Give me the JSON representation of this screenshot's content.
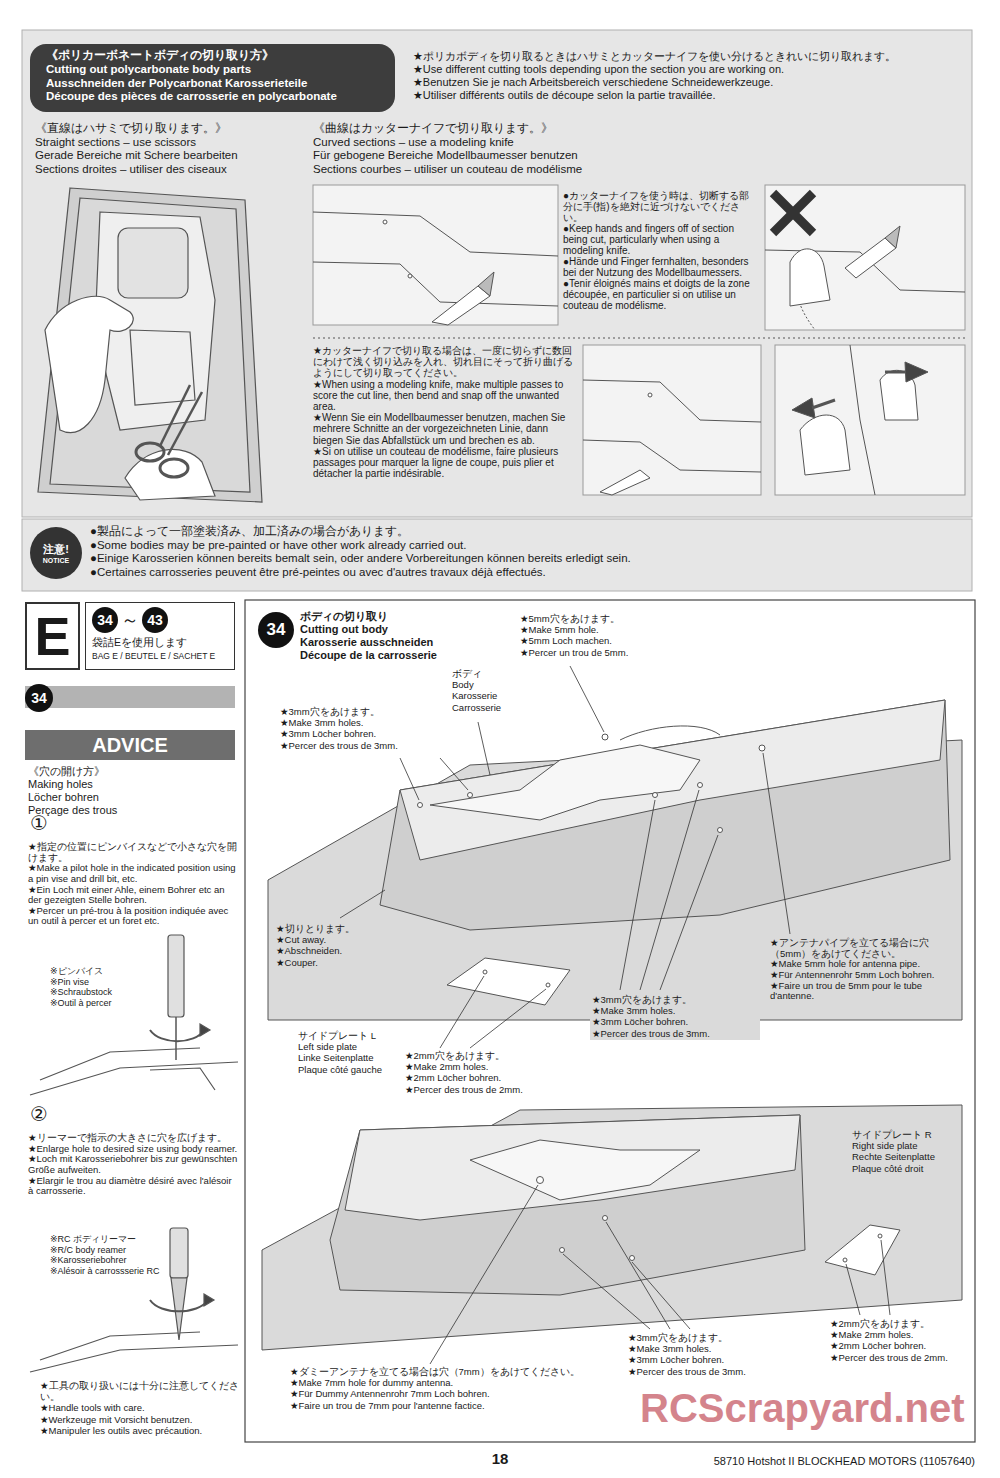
{
  "diagram": {
    "nodes": [
      {
        "text": [
          "《ポリカーボネートボディの切り取り方》",
          "Cutting out polycarbonate body parts",
          "Ausschneiden der Polycarbonat Karosserieteile",
          "Découpe des pièces de carrosserie en polycarbonate"
        ]
      },
      {
        "text": [
          "注意!",
          "NOTICE"
        ]
      },
      {
        "text": [
          "E"
        ]
      },
      {
        "text": [
          "34",
          "～",
          "43",
          "袋詰Eを使用します",
          "BAG E / BEUTEL E / SACHET E"
        ]
      },
      {
        "text": [
          "34"
        ]
      },
      {
        "text": [
          "ADVICE"
        ]
      },
      {
        "text": [
          "34"
        ]
      }
    ],
    "edges": [],
    "labels": [
      "★ポリカボディを切り取るときはハサミとカッターナイフを使い分けるときれいに切り取れます。",
      "★Use different cutting tools depending upon the section you are working on.",
      "★Benutzen Sie je nach Arbeitsbereich verschiedene Schneidewerkzeuge.",
      "★Utiliser différents outils de découpe selon la partie travaillée.",
      "《直線はハサミで切り取ります。》",
      "Straight sections – use scissors",
      "Gerade Bereiche mit Schere bearbeiten",
      "Sections droites – utiliser des ciseaux",
      "《曲線はカッターナイフで切り取ります。》",
      "Curved sections – use a modeling knife",
      "Für gebogene Bereiche Modellbaumesser benutzen",
      "Sections courbes – utiliser un couteau de modélisme",
      "●カッターナイフを使う時は、切断する部分に手(指)を絶対に近づけないでください。",
      "●Keep hands and fingers off of section being cut, particularly when using a modeling knife.",
      "●Hände und Finger fernhalten, besonders bei der Nutzung des Modellbaumessers.",
      "●Tenir éloignés mains et doigts de la zone découpée, en particulier si on utilise un couteau de modélisme.",
      "★カッターナイフで切り取る場合は、一度に切らずに数回にわけて浅く切り込みを入れ、切れ目にそって折り曲げるようにして切り取ってください。",
      "★When using a modeling knife, make multiple passes to score the cut line, then bend and snap off the unwanted area.",
      "★Wenn Sie ein Modellbaumesser benutzen, machen Sie mehrere Schnitte an der vorgezeichneten Linie, dann biegen Sie das Abfallstück um und brechen es ab.",
      "★Si on utilise un couteau de modélisme, faire plusieurs passages pour marquer la ligne de coupe, puis plier et détacher la partie indésirable.",
      "●製品によって一部塗装済み、加工済みの場合があります。",
      "●Some bodies may be pre-painted or have other work already carried out.",
      "●Einige Karosserien können bereits bemalt sein, oder andere Vorbereitungen können bereits erledigt sein.",
      "●Certaines carrosseries peuvent être pré-peintes ou avec d'autres travaux déjà effectués.",
      "《穴の開け方》",
      "Making holes",
      "Löcher bohren",
      "Perçage des trous",
      "①",
      "★指定の位置にピンバイスなどで小さな穴を開けます。",
      "★Make a pilot hole in the indicated position using a pin vise and drill bit, etc.",
      "★Ein Loch mit einer Ahle, einem Bohrer etc an der gezeigten Stelle bohren.",
      "★Percer un pré-trou à la position indiquée avec un outil à percer et un foret etc.",
      "※ピンバイス",
      "※Pin vise",
      "※Schraubstock",
      "※Outil à percer",
      "②",
      "★リーマーで指示の大きさに穴を広げます。",
      "★Enlarge hole to desired size using body reamer.",
      "★Loch mit Karosseriebohrer bis zur gewünschten Größe aufweiten.",
      "★Elargir le trou au diamètre désiré avec l'alésoir à carrosserie.",
      "※RC ボディリーマー",
      "※R/C body reamer",
      "※Karosseriebohrer",
      "※Alésoir à carrossserie RC",
      "★工具の取り扱いには十分に注意してください。",
      "★Handle tools with care.",
      "★Werkzeuge mit Vorsicht benutzen.",
      "★Manipuler les outils avec précaution.",
      "ボディの切り取り",
      "Cutting out body",
      "Karosserie ausschneiden",
      "Découpe de la carrosserie",
      "★5mm穴をあけます。",
      "★Make 5mm hole.",
      "★5mm Loch machen.",
      "★Percer un trou de 5mm.",
      "ボディ",
      "Body",
      "Karosserie",
      "Carrosserie",
      "★3mm穴をあけます。",
      "★Make 3mm holes.",
      "★3mm Löcher bohren.",
      "★Percer des trous de 3mm.",
      "★切りとります。",
      "★Cut away.",
      "★Abschneiden.",
      "★Couper.",
      "サイドプレート L",
      "Left side plate",
      "Linke Seitenplatte",
      "Plaque côté gauche",
      "★2mm穴をあけます。",
      "★Make 2mm holes.",
      "★2mm Löcher bohren.",
      "★Percer des trous de 2mm.",
      "★3mm穴をあけます。",
      "★Make 3mm holes.",
      "★3mm Löcher bohren.",
      "★Percer des trous de 3mm.",
      "★アンテナパイプを立てる場合に穴（5mm）をあけてください。",
      "★Make 5mm hole for antenna pipe.",
      "★Für Antennenrohr 5mm Loch bohren.",
      "★Faire un trou de 5mm pour le tube d'antenne.",
      "サイドプレート R",
      "Right side plate",
      "Rechte Seitenplatte",
      "Plaque côté droit",
      "★2mm穴をあけます。",
      "★Make 2mm holes.",
      "★2mm Löcher bohren.",
      "★Percer des trous de 2mm.",
      "★ダミーアンテナを立てる場合は穴（7mm）をあけてください。",
      "★Make 7mm hole for dummy antenna.",
      "★Für Dummy Antennenrohr 7mm Loch bohren.",
      "★Faire un trou de 7mm pour l'antenne factice.",
      "★3mm穴をあけます。",
      "★Make 3mm holes.",
      "★3mm Löcher bohren.",
      "★Percer des trous de 3mm.",
      "RCScrapyard.net",
      "18",
      "58710 Hotshot II BLOCKHEAD MOTORS (11057640)"
    ]
  }
}
